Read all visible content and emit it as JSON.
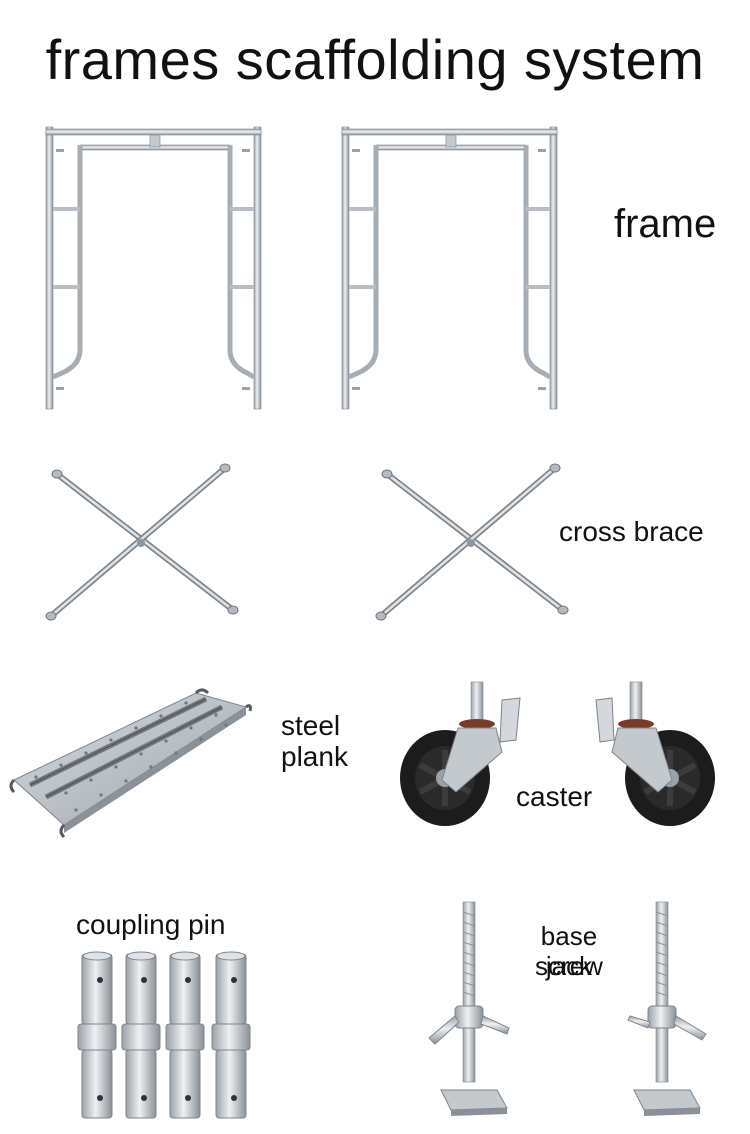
{
  "title": "frames scaffolding system",
  "labels": {
    "frame": "frame",
    "cross_brace": "cross brace",
    "steel_plank_line1": "steel",
    "steel_plank_line2": "plank",
    "caster": "caster",
    "coupling_pin": "coupling pin",
    "base_screw_jack_line1": "base screw",
    "base_screw_jack_line2": "jack"
  },
  "colors": {
    "steel": "#c9ced3",
    "steel_dark": "#8e959c",
    "rubber": "#1c1c1c",
    "brake": "#7a3b2a"
  }
}
